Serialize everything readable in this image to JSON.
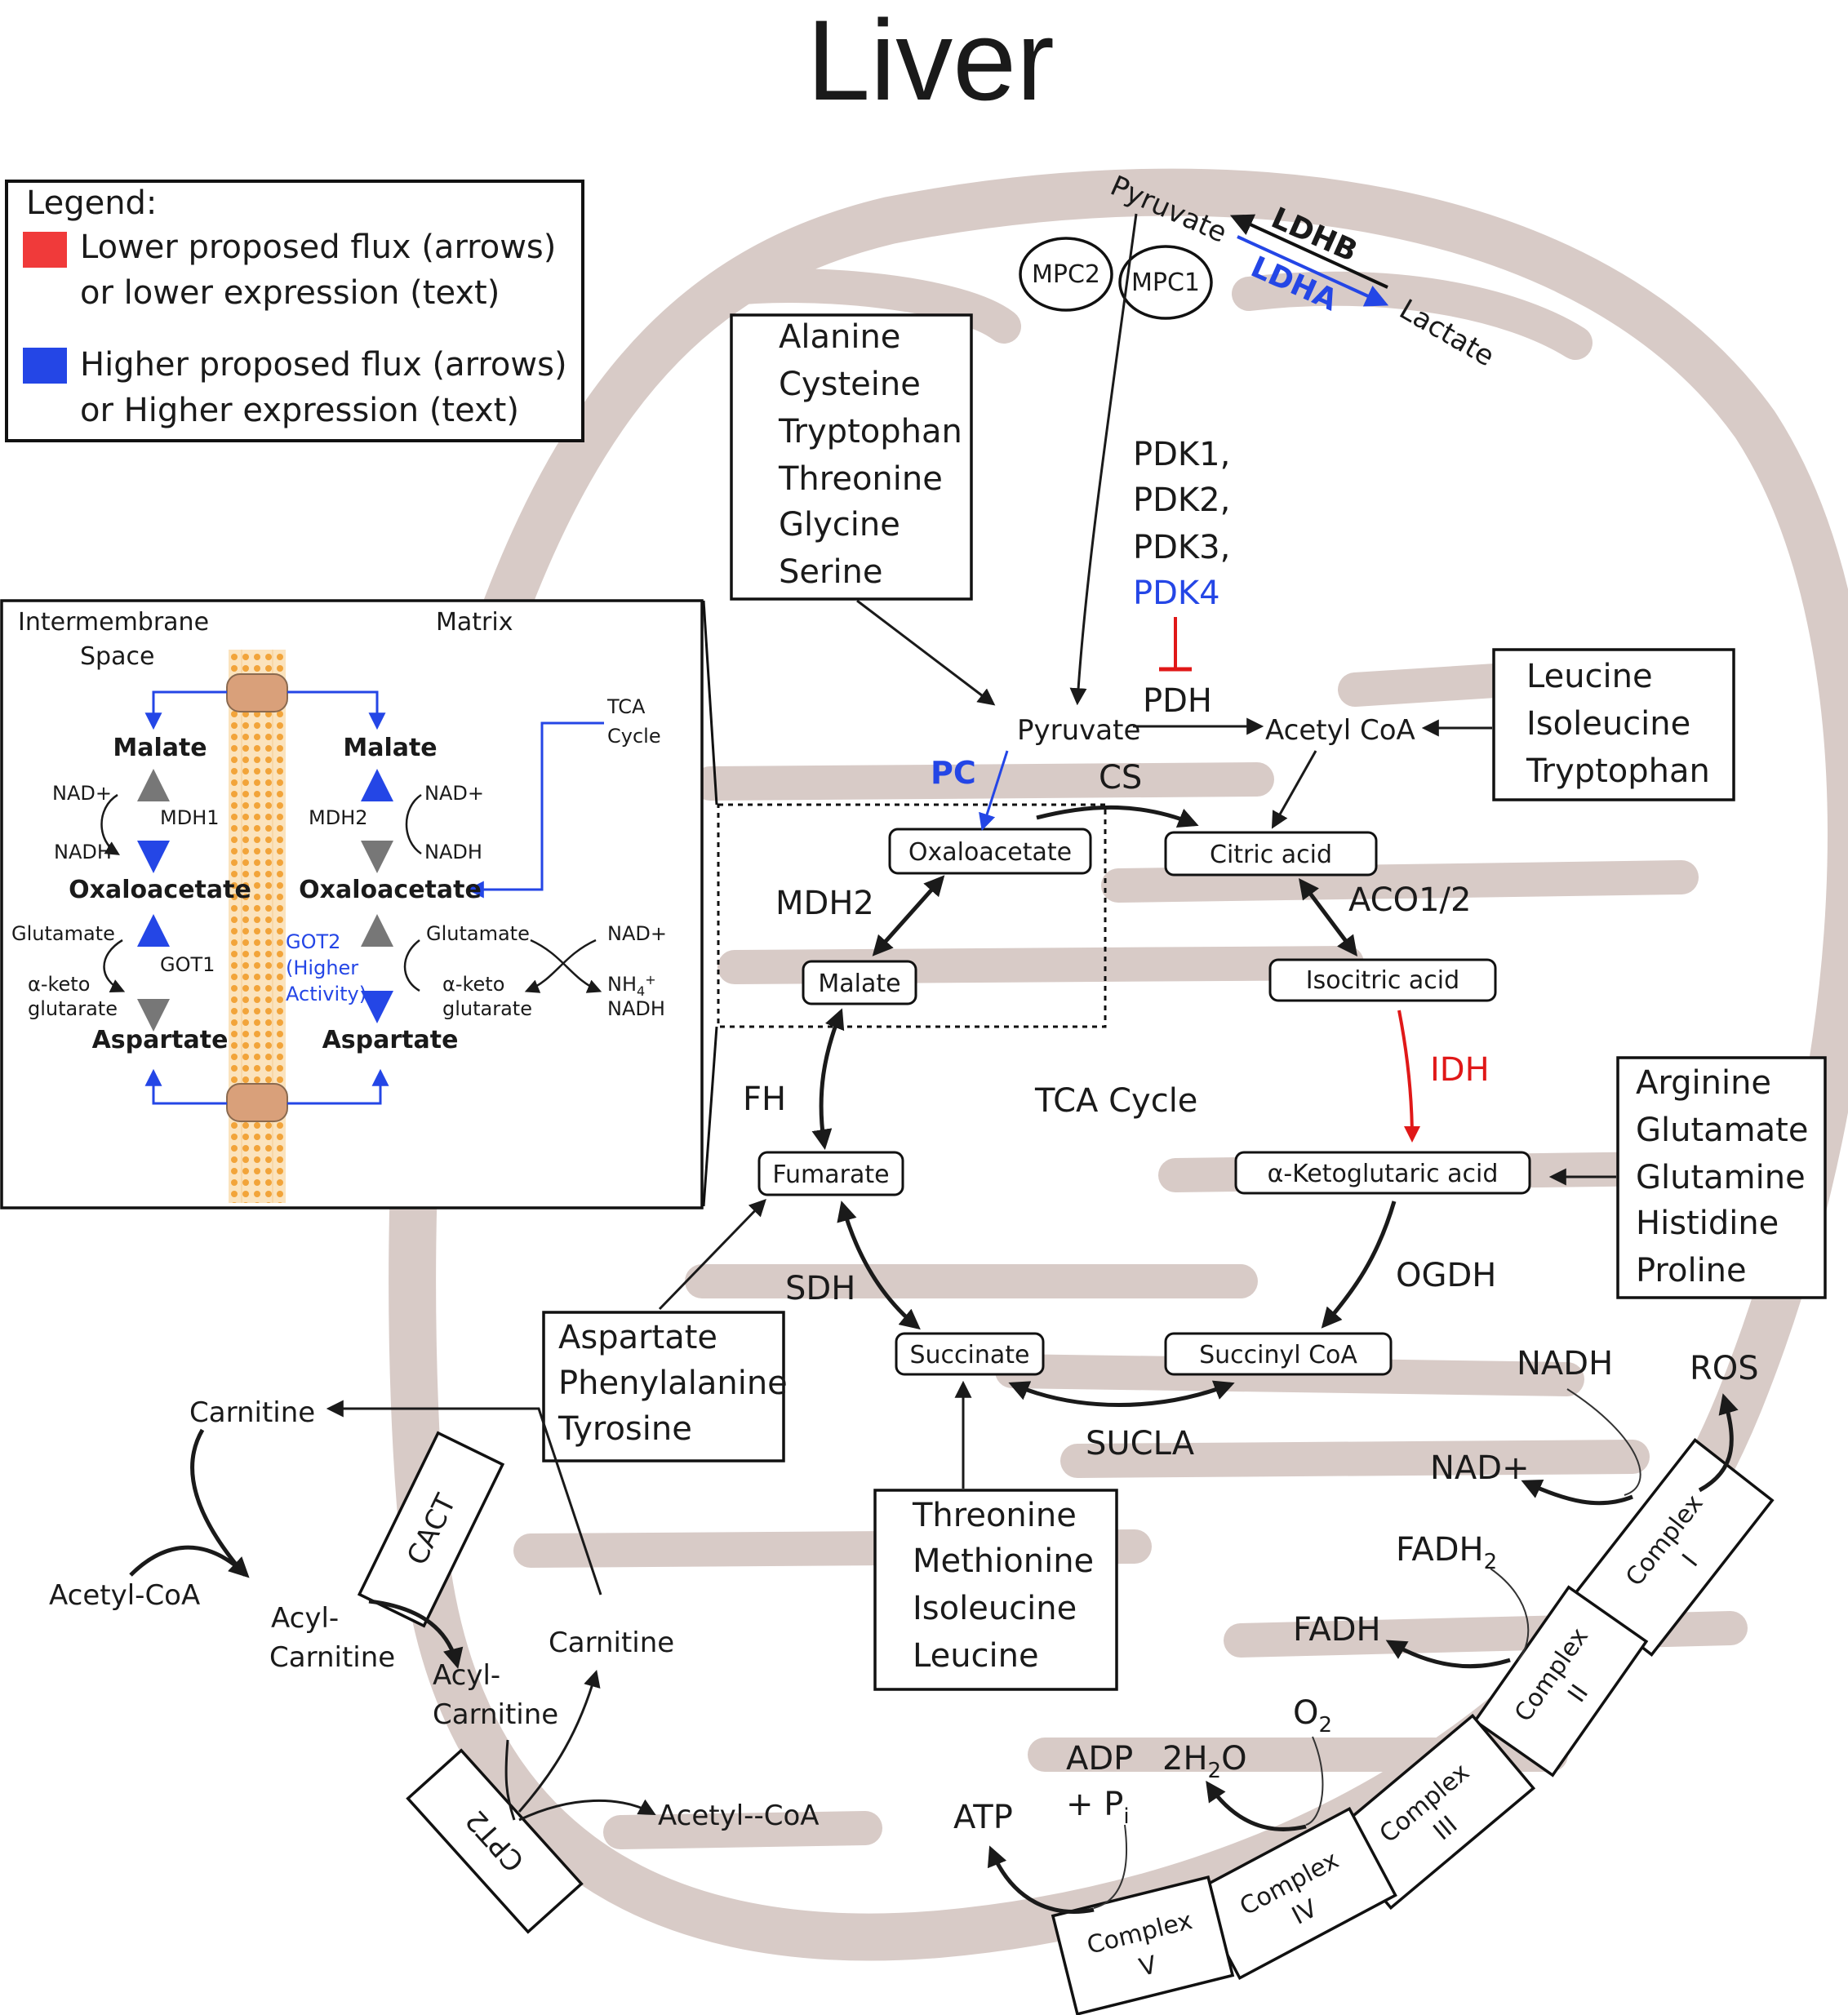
{
  "title": "Liver",
  "legend": {
    "heading": "Legend:",
    "items": [
      {
        "color": "#f03a3a",
        "line1": "Lower proposed flux (arrows)",
        "line2": "or lower expression (text)"
      },
      {
        "color": "#2446e6",
        "line1": "Higher proposed flux (arrows)",
        "line2": "or Higher expression (text)"
      }
    ]
  },
  "colors": {
    "blue": "#2446e6",
    "red": "#e01818",
    "mito": "#d8cbc7",
    "membrane": "#f2a43a",
    "transporter": "#d9a07a"
  },
  "top": {
    "pyruvate": "Pyruvate",
    "lactate": "Lactate",
    "ldhb": "LDHB",
    "ldha": "LDHA",
    "mpc2": "MPC2",
    "mpc1": "MPC1",
    "pdks": [
      "PDK1,",
      "PDK2,",
      "PDK3,"
    ],
    "pdk4": "PDK4",
    "pdh": "PDH"
  },
  "amino_acids": {
    "pyruvate_group": [
      "Alanine",
      "Cysteine",
      "Tryptophan",
      "Threonine",
      "Glycine",
      "Serine"
    ],
    "acetyl_group": [
      "Leucine",
      "Isoleucine",
      "Tryptophan"
    ],
    "akg_group": [
      "Arginine",
      "Glutamate",
      "Glutamine",
      "Histidine",
      "Proline"
    ],
    "fumarate_group": [
      "Aspartate",
      "Phenylalanine",
      "Tyrosine"
    ],
    "succinate_group": [
      "Threonine",
      "Methionine",
      "Isoleucine",
      "Leucine"
    ]
  },
  "tca": {
    "pyruvate": "Pyruvate",
    "acetyl_coa": "Acetyl CoA",
    "oxaloacetate": "Oxaloacetate",
    "citric_acid": "Citric acid",
    "isocitric_acid": "Isocitric acid",
    "akg": "α-Ketoglutaric acid",
    "succinyl_coa": "Succinyl CoA",
    "succinate": "Succinate",
    "fumarate": "Fumarate",
    "malate": "Malate",
    "pc": "PC",
    "cs": "CS",
    "aco": "ACO1/2",
    "idh": "IDH",
    "ogdh": "OGDH",
    "sucla": "SUCLA",
    "sdh": "SDH",
    "fh": "FH",
    "mdh2": "MDH2",
    "cycle_label": "TCA Cycle"
  },
  "etc": {
    "nadh": "NADH",
    "nad": "NAD+",
    "ros": "ROS",
    "fadh2_main": "FADH",
    "fadh2_sub": "2",
    "fadh": "FADH",
    "o2_main": "O",
    "o2_sub": "2",
    "h2o_a": "2H",
    "h2o_sub": "2",
    "h2o_b": "O",
    "adp": "ADP",
    "pi_main": "+ P",
    "pi_sub": "i",
    "atp": "ATP",
    "complexes": [
      {
        "line1": "Complex",
        "line2": "I"
      },
      {
        "line1": "Complex",
        "line2": "II"
      },
      {
        "line1": "Complex",
        "line2": "III"
      },
      {
        "line1": "Complex",
        "line2": "IV"
      },
      {
        "line1": "Complex",
        "line2": "V"
      }
    ]
  },
  "carnitine": {
    "carnitine_top": "Carnitine",
    "acetyl_coa": "Acetyl-CoA",
    "acyl_carnitine_1": "Acyl-",
    "acyl_carnitine_2": "Carnitine",
    "cact": "CACT",
    "acyl_inner_1": "Acyl-",
    "acyl_inner_2": "Carnitine",
    "carnitine_inner": "Carnitine",
    "cpt2": "CPT2",
    "acetyl_coa_inner": "Acetyl--CoA"
  },
  "inset": {
    "intermembrane_1": "Intermembrane",
    "intermembrane_2": "Space",
    "matrix": "Matrix",
    "tca_1": "TCA",
    "tca_2": "Cycle",
    "malate_left": "Malate",
    "malate_right": "Malate",
    "nad_left": "NAD+",
    "nadh_left": "NADH",
    "mdh1": "MDH1",
    "mdh2": "MDH2",
    "nad_right": "NAD+",
    "nadh_right": "NADH",
    "oaa_left": "Oxaloacetate",
    "oaa_right": "Oxaloacetate",
    "glutamate_left": "Glutamate",
    "akg_left_1": "α-keto",
    "akg_left_2": "glutarate",
    "got1": "GOT1",
    "got2_1": "GOT2",
    "got2_2": "(Higher",
    "got2_3": "Activity)",
    "glutamate_right": "Glutamate",
    "akg_right_1": "α-keto",
    "akg_right_2": "glutarate",
    "nad_far": "NAD+",
    "nh4_main": "NH",
    "nh4_sub": "4",
    "nh4_sup": "+",
    "nadh_far": "NADH",
    "asp_left": "Aspartate",
    "asp_right": "Aspartate"
  }
}
